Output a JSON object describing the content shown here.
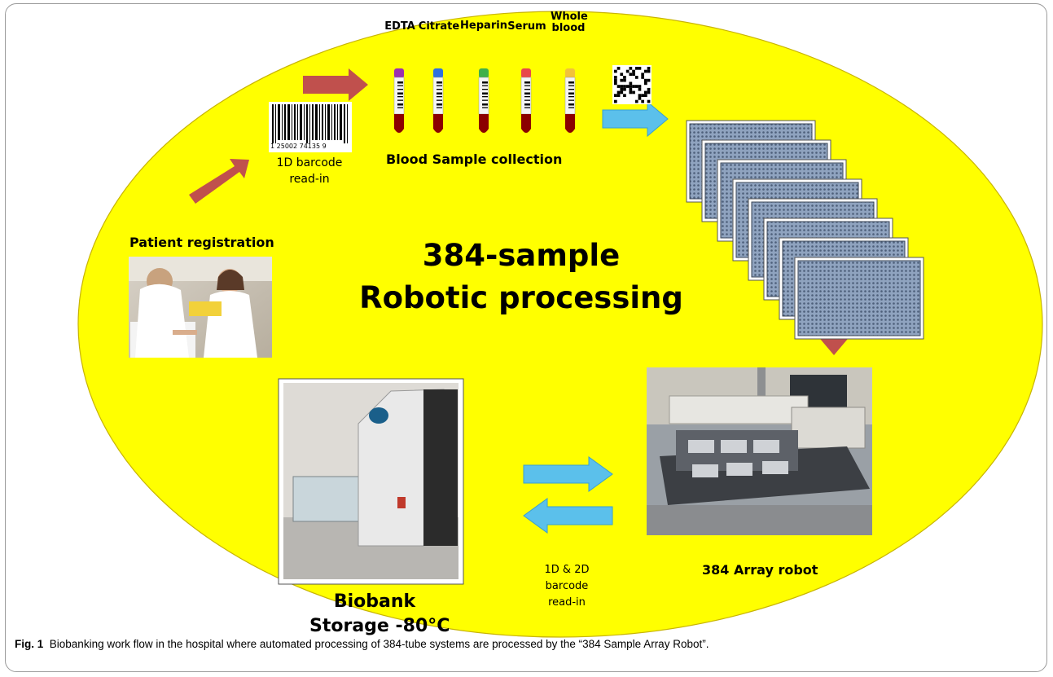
{
  "center_title": {
    "line1": "384-sample",
    "line2": "Robotic processing"
  },
  "tubes": [
    {
      "label": "EDTA",
      "cap_color": "#9b2fb0"
    },
    {
      "label": "Citrate",
      "cap_color": "#2f6fe0"
    },
    {
      "label": "Heparin",
      "cap_color": "#3fb04a"
    },
    {
      "label": "Serum",
      "cap_color": "#e8484a"
    },
    {
      "label": "Whole blood",
      "cap_color": "#f2c23a"
    }
  ],
  "blood_collection_label": "Blood Sample collection",
  "barcode_1d": {
    "digits": "1  25002  74135  9",
    "label_line1": "1D barcode",
    "label_line2": "read-in"
  },
  "patient_registration": "Patient registration",
  "array_robot_label": "384 Array robot",
  "biobank": {
    "line1": "Biobank",
    "line2": "Storage -80°C"
  },
  "barcode_2d_label": {
    "line1": "1D & 2D",
    "line2": "barcode",
    "line3": "read-in"
  },
  "caption": {
    "prefix": "Fig. 1",
    "text": "Biobanking work flow in the hospital where automated processing of 384-tube systems are processed by the “384 Sample Array Robot”."
  },
  "colors": {
    "ellipse": "#ffff00",
    "red_arrow": "#c0504d",
    "blue_arrow": "#5bc0eb",
    "blood": "#8b0000"
  }
}
